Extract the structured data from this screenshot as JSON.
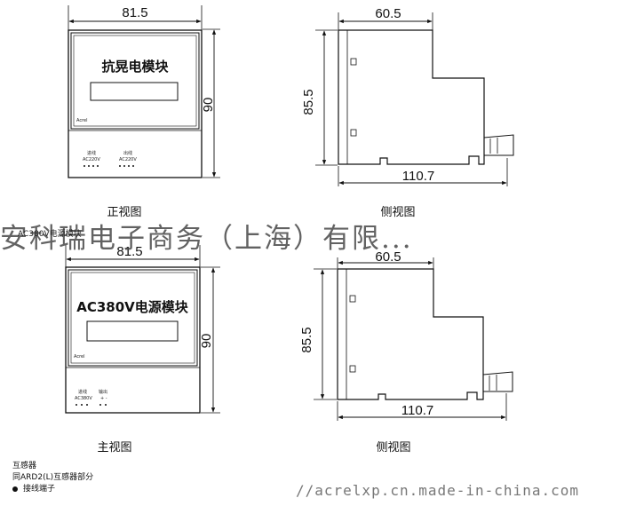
{
  "watermark": {
    "company": "安科瑞电子商务（上海）有限...",
    "overlay_text": "AC380V电源模块",
    "url": "//acrelxp.cn.made-in-china.com"
  },
  "module_top": {
    "title": "抗晃电模块",
    "brand": "Acrel",
    "width_dim": "81.5",
    "height_dim": "90",
    "terminal_in_label": "进线",
    "terminal_in_voltage": "AC220V",
    "terminal_out_label": "出线",
    "terminal_out_voltage": "AC220V",
    "caption": "正视图"
  },
  "side_top": {
    "depth_dim": "60.5",
    "height_dim": "85.5",
    "base_dim": "110.7",
    "caption": "侧视图"
  },
  "module_bottom": {
    "title": "AC380V电源模块",
    "brand": "Acrel",
    "width_dim": "81.5",
    "height_dim": "90",
    "terminal_in_label": "进线",
    "terminal_in_voltage": "AC380V",
    "terminal_out_label": "输出",
    "terminal_out_polarity": "+ -",
    "caption": "主视图"
  },
  "side_bottom": {
    "depth_dim": "60.5",
    "height_dim": "85.5",
    "base_dim": "110.7",
    "caption": "侧视图"
  },
  "notes": {
    "line1": "互感器",
    "line2": "同ARD2(L)互感器部分",
    "line3": "接线端子"
  }
}
